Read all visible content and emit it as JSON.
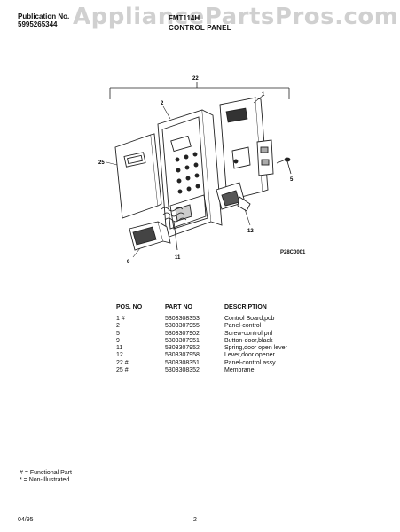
{
  "header": {
    "publication_label": "Publication No.",
    "publication_number": "5995265344",
    "model": "FMT114H",
    "section_title": "CONTROL PANEL"
  },
  "watermark": "AppliancePartsPros.com",
  "diagram": {
    "figure_code": "P28C0001",
    "callouts": {
      "c22": "22",
      "c1": "1",
      "c2": "2",
      "c25": "25",
      "c5": "5",
      "c12": "12",
      "c9": "9",
      "c11": "11"
    }
  },
  "parts_table": {
    "headers": [
      "POS. NO",
      "PART NO",
      "DESCRIPTION"
    ],
    "rows": [
      [
        "1 #",
        "5303308353",
        "Control Board,pcb"
      ],
      [
        "2",
        "5303307955",
        "Panel-control"
      ],
      [
        "5",
        "5303307902",
        "Screw-control pnl"
      ],
      [
        "9",
        "5303307951",
        "Button-door,black"
      ],
      [
        "11",
        "5303307952",
        "Spring,door open lever"
      ],
      [
        "12",
        "5303307958",
        "Lever,door opener"
      ],
      [
        "22 #",
        "5303308351",
        "Panel-control assy"
      ],
      [
        "25 #",
        "5303308352",
        "Membrane"
      ]
    ]
  },
  "legend": {
    "functional": "# = Functional Part",
    "non_illustrated": "* = Non-Illustrated"
  },
  "footer": {
    "date": "04/95",
    "page": "2"
  }
}
